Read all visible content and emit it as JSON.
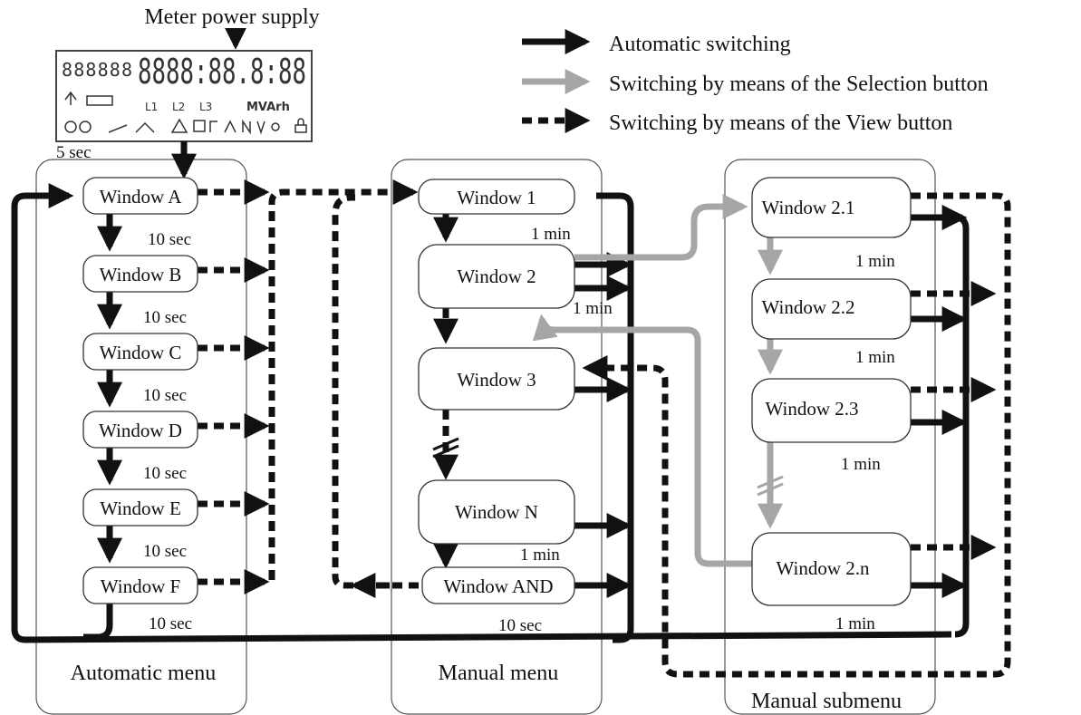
{
  "title": "Meter power supply",
  "legend": [
    {
      "label": "Automatic switching",
      "color": "#111111",
      "style": "solid"
    },
    {
      "label": "Switching by means of the Selection button",
      "color": "#a6a6a6",
      "style": "solid"
    },
    {
      "label": "Switching by means of the View button",
      "color": "#111111",
      "style": "dashed"
    }
  ],
  "menus": {
    "automatic": {
      "label": "Automatic menu",
      "windows": [
        "Window A",
        "Window B",
        "Window C",
        "Window D",
        "Window E",
        "Window F"
      ],
      "start_delay": "5 sec",
      "step_delays": [
        "10 sec",
        "10 sec",
        "10 sec",
        "10 sec",
        "10 sec",
        "10 sec"
      ]
    },
    "manual": {
      "label": "Manual menu",
      "windows": [
        "Window 1",
        "Window 2",
        "Window 3",
        "Window N",
        "Window AND"
      ],
      "timeouts": [
        "1 min",
        "1 min",
        "1 min",
        "10 sec"
      ]
    },
    "submenu": {
      "label": "Manual submenu",
      "windows": [
        "Window 2.1",
        "Window 2.2",
        "Window 2.3",
        "Window 2.n"
      ],
      "timeouts": [
        "1 min",
        "1 min",
        "1 min",
        "1 min"
      ]
    }
  },
  "lcd": {
    "top_digits": "888888",
    "main_digits": "8888:88.8:88",
    "phases": [
      "L1",
      "L2",
      "L3"
    ],
    "units": "MVArh",
    "icons": [
      "antenna-icon",
      "warning-icon",
      "lock-icon",
      "battery-icon"
    ]
  },
  "colors": {
    "auto": "#111111",
    "selection": "#a6a6a6",
    "view": "#111111",
    "frame": "#555555"
  }
}
